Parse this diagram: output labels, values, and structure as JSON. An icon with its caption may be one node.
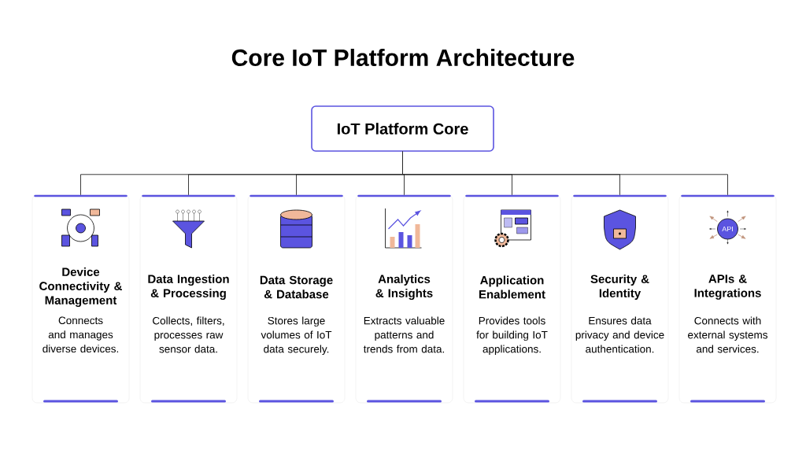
{
  "diagram": {
    "title": "Core IoT Platform Architecture",
    "nodes": [
      {
        "text": [
          "IoT Platform Core"
        ]
      },
      {
        "text": [
          "Device Connectivity & Management",
          "Connects and manages diverse devices."
        ]
      },
      {
        "text": [
          "Data Ingestion & Processing",
          "Collects, filters, processes raw sensor data."
        ]
      },
      {
        "text": [
          "Data Storage & Database",
          "Stores large volumes of IoT data securely."
        ]
      },
      {
        "text": [
          "Analytics & Insights",
          "Extracts valuable patterns and trends from data."
        ]
      },
      {
        "text": [
          "Application Enablement",
          "Provides tools for building IoT applications."
        ]
      },
      {
        "text": [
          "Security & Identity",
          "Ensures data privacy and device authentication."
        ]
      },
      {
        "text": [
          "APIs & Integrations",
          "Connects with external systems and services."
        ]
      }
    ],
    "edges": [
      {
        "from": 0,
        "to": 1,
        "arrow": "none"
      },
      {
        "from": 0,
        "to": 2,
        "arrow": "none"
      },
      {
        "from": 0,
        "to": 3,
        "arrow": "none"
      },
      {
        "from": 0,
        "to": 4,
        "arrow": "none"
      },
      {
        "from": 0,
        "to": 5,
        "arrow": "none"
      },
      {
        "from": 0,
        "to": 6,
        "arrow": "none"
      },
      {
        "from": 0,
        "to": 7,
        "arrow": "none"
      }
    ],
    "labels": [
      "API"
    ]
  }
}
